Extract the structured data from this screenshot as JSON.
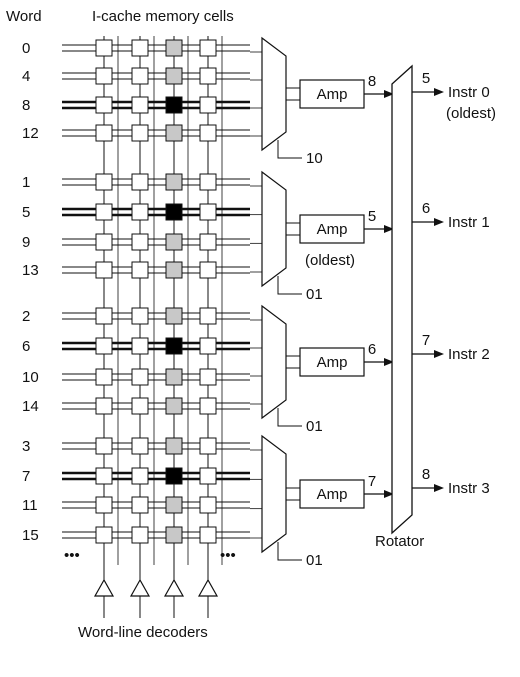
{
  "header": {
    "word_label": "Word",
    "cells_label": "I-cache memory cells"
  },
  "footer": {
    "decoders_label": "Word-line decoders",
    "rotator_label": "Rotator",
    "ellipsis_left": "•••",
    "ellipsis_right": "•••"
  },
  "groups": [
    {
      "words": [
        "0",
        "4",
        "8",
        "12"
      ],
      "selected_row": 2,
      "amp_label": "Amp",
      "amp_in_label": "8",
      "mux_select": "10",
      "rot_out_label": "5",
      "instr_label": "Instr 0",
      "instr_sub": "(oldest)",
      "amp_note": ""
    },
    {
      "words": [
        "1",
        "5",
        "9",
        "13"
      ],
      "selected_row": 1,
      "amp_label": "Amp",
      "amp_in_label": "5",
      "mux_select": "01",
      "rot_out_label": "6",
      "instr_label": "Instr 1",
      "instr_sub": "",
      "amp_note": "(oldest)"
    },
    {
      "words": [
        "2",
        "6",
        "10",
        "14"
      ],
      "selected_row": 1,
      "amp_label": "Amp",
      "amp_in_label": "6",
      "mux_select": "01",
      "rot_out_label": "7",
      "instr_label": "Instr 2",
      "instr_sub": "",
      "amp_note": ""
    },
    {
      "words": [
        "3",
        "7",
        "11",
        "15"
      ],
      "selected_row": 1,
      "amp_label": "Amp",
      "amp_in_label": "7",
      "mux_select": "01",
      "rot_out_label": "8",
      "instr_label": "Instr 3",
      "instr_sub": "",
      "amp_note": ""
    }
  ],
  "colors": {
    "line": "#111111",
    "cell_fill": "#ffffff",
    "cell_dotted_fill": "#c8c8c8",
    "cell_selected_fill": "#000000"
  }
}
